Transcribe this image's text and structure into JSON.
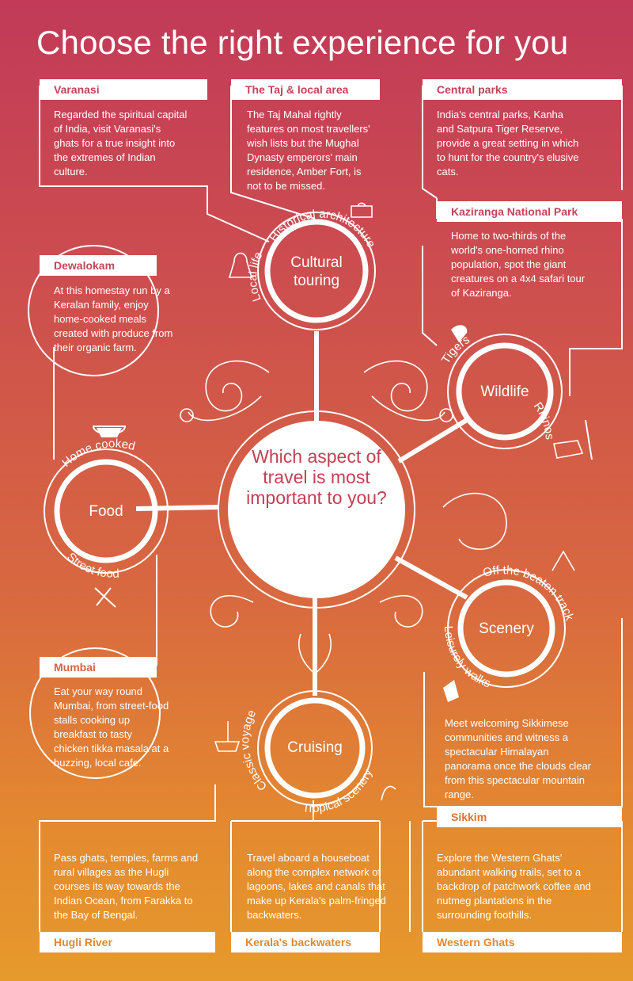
{
  "title": "Choose the right experience for you",
  "center_question": "Which aspect of travel is most important to you?",
  "hubs": {
    "cultural": "Cultural touring",
    "wildlife": "Wildlife",
    "food": "Food",
    "scenery": "Scenery",
    "cruising": "Cruising"
  },
  "arc_labels": {
    "historical_architecture": "Historical architecture",
    "local_life": "Local life",
    "tigers": "Tigers",
    "rhinos": "Rhinos",
    "home_cooked": "Home cooked",
    "street_food": "Street food",
    "off_the_beaten_track": "Off the beaten track",
    "leisurely_walks": "Leisurely walks",
    "classic_voyage": "Classic voyage",
    "tropical_scenery": "Tropical scenery"
  },
  "destinations": {
    "varanasi": {
      "name": "Varanasi",
      "desc": "Regarded the spiritual capital of India, visit Varanasi's ghats for a true insight into the extremes of Indian culture."
    },
    "taj": {
      "name": "The Taj & local area",
      "desc": "The Taj Mahal rightly features on most travellers' wish lists but the Mughal Dynasty emperors' main residence, Amber Fort, is not to be missed."
    },
    "central_parks": {
      "name": "Central parks",
      "desc": "India's central parks, Kanha and Satpura Tiger Reserve, provide a great setting in which to hunt for the country's elusive cats."
    },
    "kaziranga": {
      "name": "Kaziranga National Park",
      "desc": "Home to two-thirds of the world's one-horned rhino population, spot the giant creatures on a 4x4 safari tour of Kaziranga."
    },
    "dewalokam": {
      "name": "Dewalokam",
      "desc": "At this homestay run by a Keralan family, enjoy home-cooked meals created with produce from their organic farm."
    },
    "mumbai": {
      "name": "Mumbai",
      "desc": "Eat your way round Mumbai, from street-food stalls cooking up breakfast to tasty chicken tikka masala at a buzzing, local cafe."
    },
    "sikkim": {
      "name": "Sikkim",
      "desc": "Meet welcoming Sikkimese communities and witness a spectacular Himalayan panorama once the clouds clear from this spectacular mountain range."
    },
    "hugli": {
      "name": "Hugli River",
      "desc": "Pass ghats, temples, farms and rural villages as the Hugli courses its way towards the Indian Ocean, from Farakka to the Bay of Bengal."
    },
    "kerala": {
      "name": "Kerala's backwaters",
      "desc": "Travel aboard a houseboat along the complex network of lagoons, lakes and canals that make up Kerala's palm-fringed backwaters."
    },
    "western_ghats": {
      "name": "Western Ghats",
      "desc": "Explore the Western Ghats' abundant walking trails, set to a backdrop of patchwork coffee and nutmeg plantations in the surrounding foothills."
    }
  },
  "colors": {
    "label_text": "#c2425a",
    "line": "#ffffff",
    "center_text": "#c43f52"
  }
}
